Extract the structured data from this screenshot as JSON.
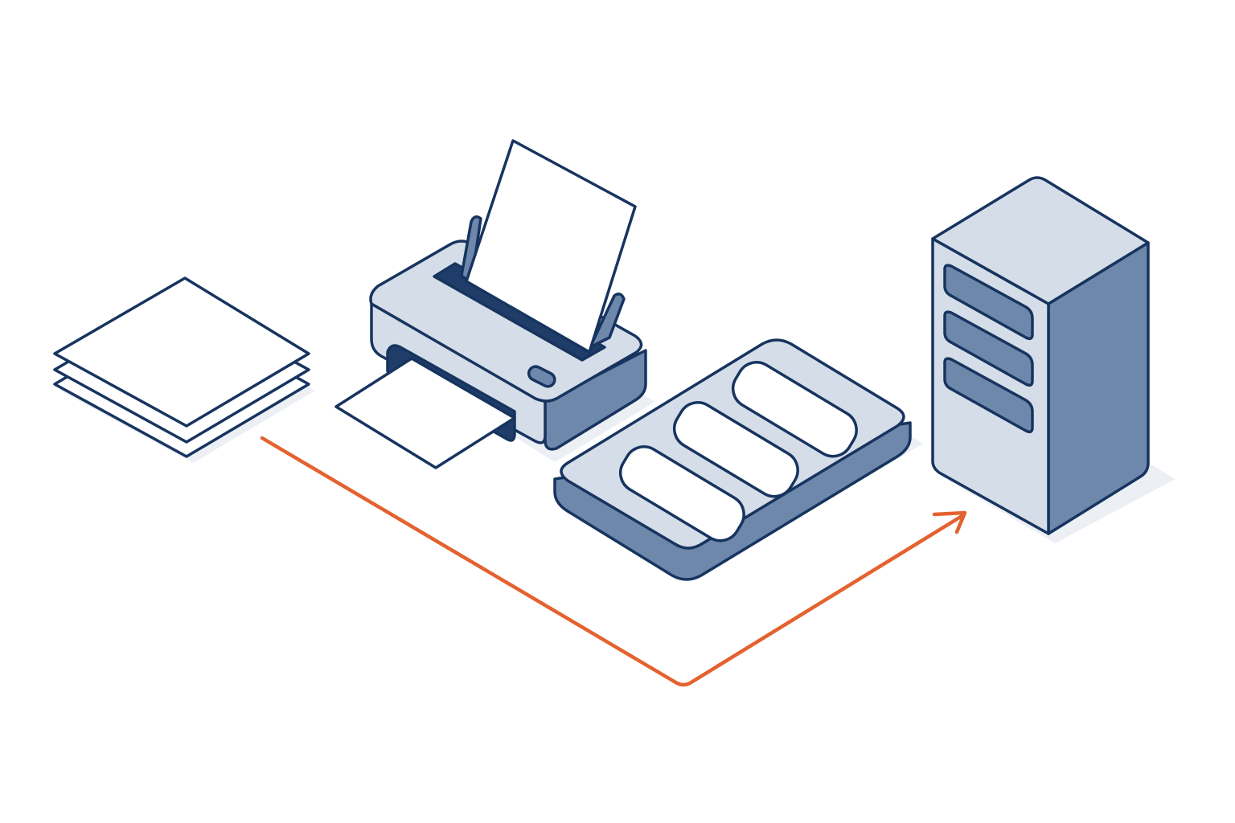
{
  "diagram": {
    "nodes": [
      {
        "id": "document-stack",
        "icon": "document-stack-icon",
        "label": ""
      },
      {
        "id": "printer",
        "icon": "printer-icon",
        "label": ""
      },
      {
        "id": "tray",
        "icon": "segmented-tray-icon",
        "label": ""
      },
      {
        "id": "server",
        "icon": "server-tower-icon",
        "label": ""
      }
    ],
    "edges": [
      {
        "from": "document-stack",
        "to": "server",
        "style": "arrow"
      }
    ]
  },
  "colors": {
    "outline": "#17345f",
    "light_fill": "#d5dde8",
    "mid_fill": "#6d88ab",
    "dark_fill": "#1f3d68",
    "paper": "#ffffff",
    "shadow": "#eceff4",
    "arrow": "#e4622f",
    "background": "#ffffff"
  }
}
